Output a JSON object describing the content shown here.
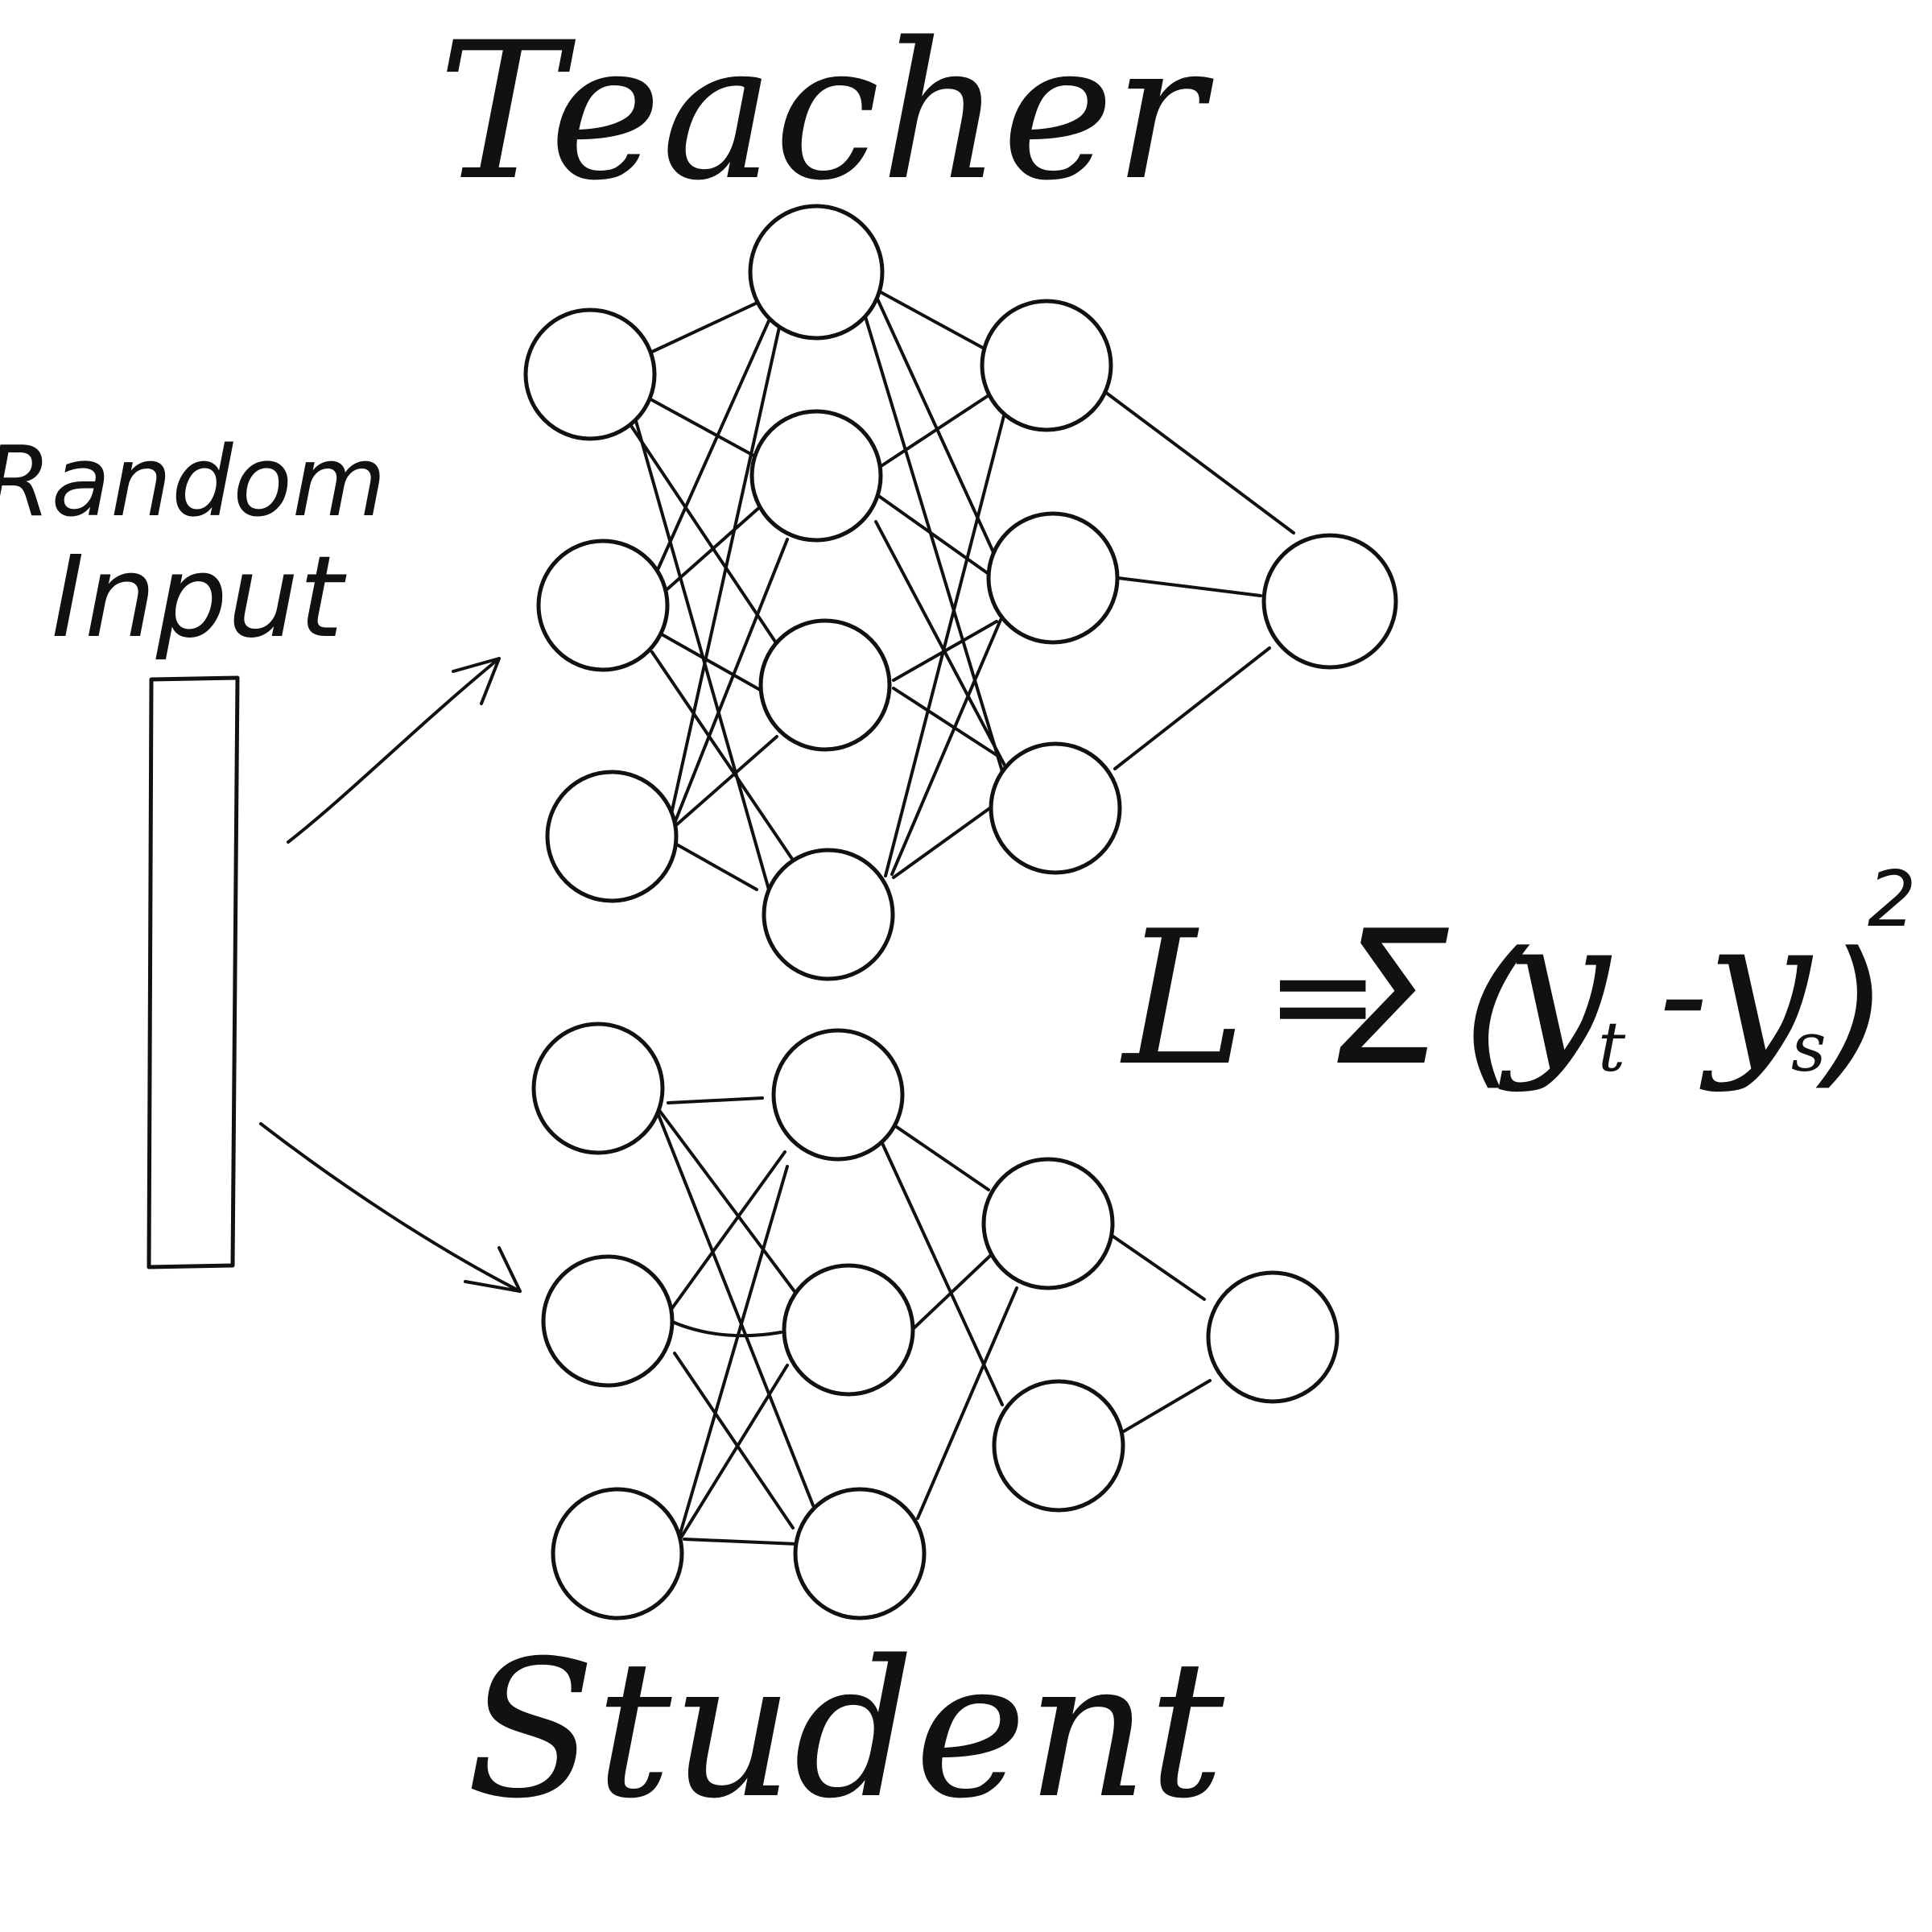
{
  "diagram": {
    "title_teacher": "Teacher",
    "title_student": "Student",
    "input_label_line1": "Random",
    "input_label_line2": "Input",
    "loss": {
      "L": "L",
      "equals": "=",
      "sum": "Σ",
      "open_paren": "(",
      "y_t": "y",
      "t_sub": "t",
      "minus": "-",
      "y_s": "y",
      "s_sub": "s",
      "close_paren": ")",
      "exponent": "2"
    },
    "ink_color": "#111111",
    "background_color": "#ffffff"
  }
}
